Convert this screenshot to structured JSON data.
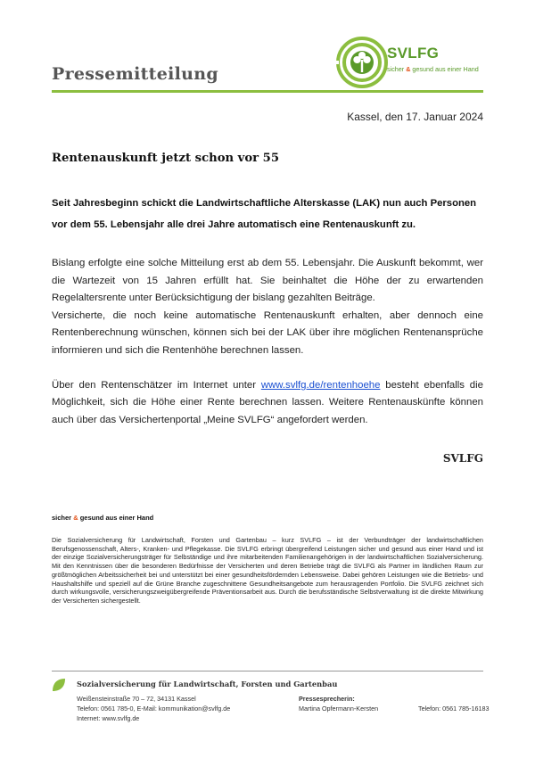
{
  "header": {
    "title": "Pressemitteilung",
    "logo_name": "SVLFG",
    "slogan_part1": "sicher",
    "slogan_amp": "&",
    "slogan_part2": "gesund aus einer Hand",
    "brand_green": "#5a9a2a",
    "accent_orange": "#e4541b"
  },
  "dateline": "Kassel, den 17. Januar 2024",
  "headline": "Rentenauskunft jetzt schon vor 55",
  "lead": "Seit Jahresbeginn schickt die Landwirtschaftliche Alterskasse (LAK) nun auch Personen vor dem 55. Lebensjahr alle drei Jahre automatisch eine Rentenauskunft zu.",
  "body": {
    "p1": "Bislang erfolgte eine solche Mitteilung erst ab dem 55. Lebensjahr. Die Auskunft bekommt, wer die Wartezeit von 15 Jahren erfüllt hat. Sie beinhaltet die Höhe der zu erwartenden Regelaltersrente unter Berücksichtigung der bislang gezahlten Beiträge.",
    "p2": "Versicherte, die noch keine automatische Rentenauskunft erhalten, aber dennoch eine Rentenberechnung wünschen, können sich bei der LAK über ihre möglichen Rentenansprüche informieren und sich die Rentenhöhe berechnen lassen.",
    "p3_before": "Über den Rentenschätzer im Internet unter ",
    "p3_link": "www.svlfg.de/rentenhoehe",
    "p3_after": " besteht ebenfalls die Möglichkeit, sich die Höhe einer Rente berechnen lassen. Weitere Rentenauskünfte können auch über das Versichertenportal „Meine SVLFG“ angefordert werden."
  },
  "signature": "SVLFG",
  "about": {
    "slogan_part1": "sicher",
    "slogan_amp": "&",
    "slogan_part2": "gesund aus einer Hand",
    "text": "Die Sozialversicherung für Landwirtschaft, Forsten und Gartenbau – kurz SVLFG – ist der Verbundträger der landwirtschaftlichen Berufsgenossenschaft, Alters-, Kranken- und Pflegekasse. Die SVLFG erbringt übergreifend Leistungen sicher und gesund aus einer Hand und ist der einzige Sozialversicherungsträger für Selbständige und ihre mitarbeitenden Familienangehörigen in der landwirtschaftlichen Sozialversicherung. Mit den Kenntnissen über die besonderen Bedürfnisse der Versicherten und deren Betriebe trägt die SVLFG als Partner im ländlichen Raum zur größtmöglichen Arbeitssicherheit bei und unterstützt bei einer gesundheitsfördernden Lebensweise. Dabei gehören Leistungen wie die Betriebs- und Haushaltshilfe und speziell auf die Grüne Branche zugeschnittene Gesundheitsangebote zum herausragenden Portfolio. Die SVLFG zeichnet sich durch wirkungsvolle, versicherungszweigübergreifende Präventionsarbeit aus. Durch die berufsständische Selbstverwaltung ist die direkte Mitwirkung der Versicherten sichergestellt."
  },
  "footer": {
    "org": "Sozialversicherung für Landwirtschaft, Forsten und Gartenbau",
    "address": "Weißensteinstraße 70 – 72, 34131 Kassel",
    "phone_email": "Telefon: 0561 785-0, E-Mail: kommunikation@svlfg.de",
    "internet": "Internet: www.svlfg.de",
    "press_label": "Pressesprecherin:",
    "press_name": "Martina Opfermann-Kersten",
    "press_phone": "Telefon: 0561 785-16183"
  }
}
